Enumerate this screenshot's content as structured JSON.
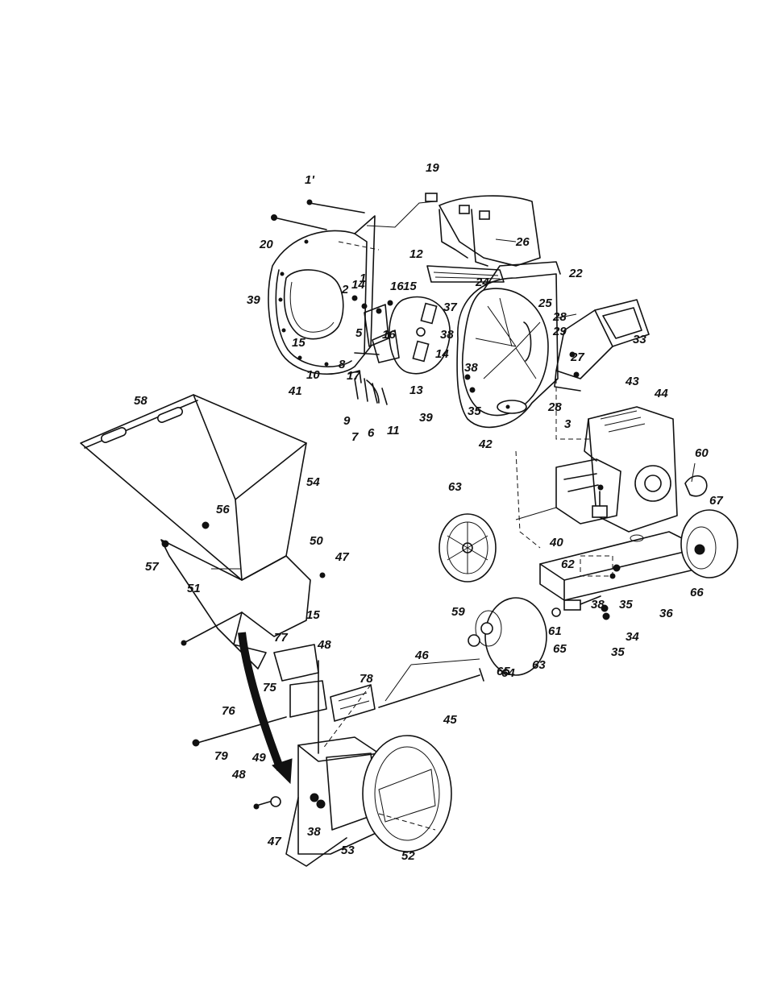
{
  "labels": [
    "1'",
    "19",
    "20",
    "26",
    "12",
    "22",
    "39",
    "14",
    "2",
    "16",
    "15",
    "1",
    "25",
    "24",
    "37",
    "28",
    "29",
    "33",
    "5",
    "38",
    "16",
    "15",
    "8",
    "14",
    "27",
    "10",
    "17",
    "9",
    "7",
    "6",
    "11",
    "13",
    "39",
    "38",
    "35",
    "41",
    "42",
    "43",
    "44",
    "28",
    "3",
    "58",
    "54",
    "60",
    "63",
    "67",
    "56",
    "57",
    "50",
    "47",
    "51",
    "15",
    "62",
    "40",
    "38",
    "35",
    "36",
    "66",
    "59",
    "34",
    "35",
    "77",
    "48",
    "65",
    "61",
    "46",
    "75",
    "78",
    "64",
    "63",
    "65",
    "45",
    "76",
    "79",
    "49",
    "48",
    "47",
    "38",
    "53",
    "52"
  ]
}
